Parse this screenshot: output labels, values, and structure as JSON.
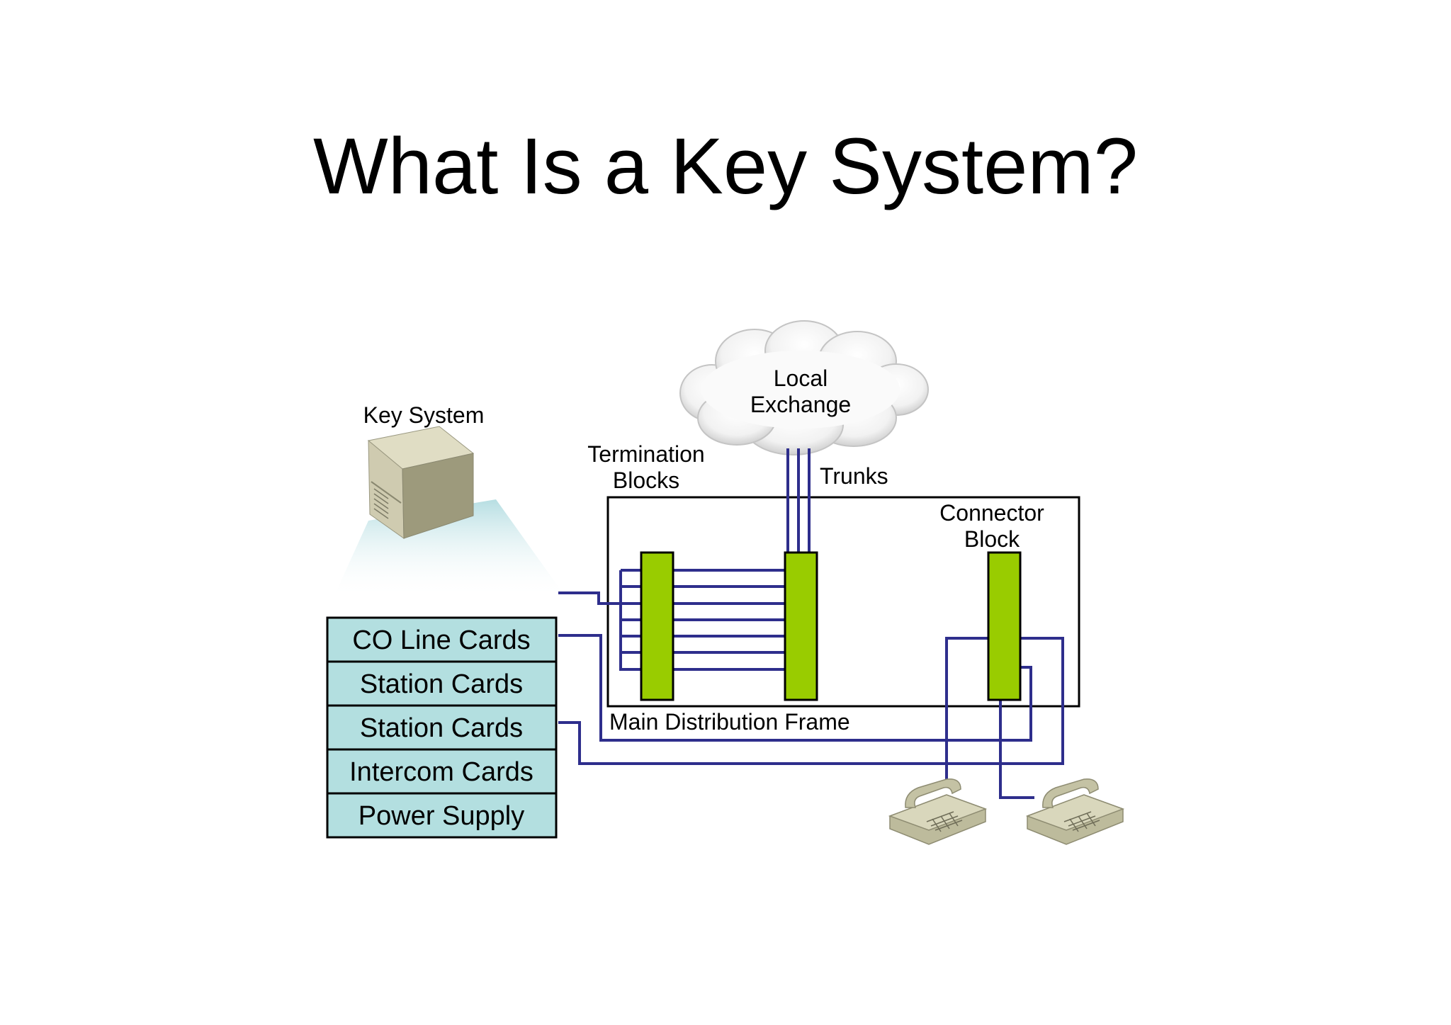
{
  "title": "What Is a Key System?",
  "labels": {
    "key_system": "Key System",
    "local_exchange_line1": "Local",
    "local_exchange_line2": "Exchange",
    "termination_blocks_line1": "Termination",
    "termination_blocks_line2": "Blocks",
    "trunks": "Trunks",
    "connector_block_line1": "Connector",
    "connector_block_line2": "Block",
    "main_distribution_frame": "Main Distribution Frame"
  },
  "cards": [
    "CO Line Cards",
    "Station Cards",
    "Station Cards",
    "Intercom Cards",
    "Power Supply"
  ],
  "colors": {
    "wire": "#2e2e8c",
    "block_green": "#99cc00",
    "card_fill": "#b3dfe0",
    "outline": "#000000",
    "cabinet": "#c9c6a8"
  }
}
